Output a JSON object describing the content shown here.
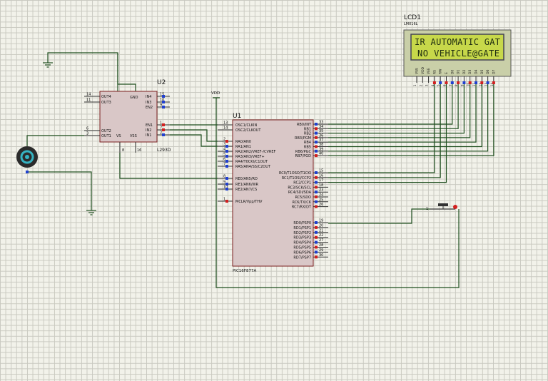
{
  "lcd": {
    "ref": "LCD1",
    "model": "LM016L",
    "line1": "IR AUTOMATIC GAT",
    "line2": "NO VEHICLE@GATE",
    "pins": [
      "VSS",
      "VDD",
      "VEE",
      "RS",
      "RW",
      "E",
      "D0",
      "D1",
      "D2",
      "D3",
      "D4",
      "D5",
      "D6",
      "D7"
    ],
    "pin_nums": [
      "1",
      "2",
      "3",
      "4",
      "5",
      "6",
      "7",
      "8",
      "9",
      "10",
      "11",
      "12",
      "13",
      "14"
    ],
    "screen_color": "#c7d84a"
  },
  "u2": {
    "ref": "U2",
    "model": "L293D",
    "left_pins": [
      {
        "num": "14",
        "name": "OUT4"
      },
      {
        "num": "11",
        "name": "OUT3"
      },
      {
        "num": "6",
        "name": "OUT2"
      },
      {
        "num": "3",
        "name": "OUT1"
      }
    ],
    "right_pins": [
      {
        "num": "15",
        "name": "IN4"
      },
      {
        "num": "10",
        "name": "IN3"
      },
      {
        "num": "9",
        "name": "EN2"
      },
      {
        "num": "1",
        "name": "EN1"
      },
      {
        "num": "7",
        "name": "IN2"
      },
      {
        "num": "2",
        "name": "IN1"
      }
    ],
    "gnd_label": "GND",
    "vs_label": "VS",
    "vss_label": "VSS",
    "bottom_nums": [
      "8",
      "16"
    ]
  },
  "u1": {
    "ref": "U1",
    "model": "PIC16F877A",
    "left_pins": [
      {
        "num": "13",
        "name": "OSC1/CLKIN"
      },
      {
        "num": "14",
        "name": "OSC2/CLKOUT"
      },
      {
        "num": "2",
        "name": "RA0/AN0"
      },
      {
        "num": "3",
        "name": "RA1/AN1"
      },
      {
        "num": "4",
        "name": "RA2/AN2/VREF-/CVREF"
      },
      {
        "num": "5",
        "name": "RA3/AN3/VREF+"
      },
      {
        "num": "6",
        "name": "RA4/T0CKI/C1OUT"
      },
      {
        "num": "7",
        "name": "RA5/AN4/SS/C2OUT"
      },
      {
        "num": "8",
        "name": "RE0/AN5/RD"
      },
      {
        "num": "9",
        "name": "RE1/AN6/WR"
      },
      {
        "num": "10",
        "name": "RE2/AN7/CS"
      },
      {
        "num": "1",
        "name": "MCLR/Vpp/THV"
      }
    ],
    "right_pins_b": [
      {
        "num": "33",
        "name": "RB0/INT"
      },
      {
        "num": "34",
        "name": "RB1"
      },
      {
        "num": "35",
        "name": "RB2"
      },
      {
        "num": "36",
        "name": "RB3/PGM"
      },
      {
        "num": "37",
        "name": "RB4"
      },
      {
        "num": "38",
        "name": "RB5"
      },
      {
        "num": "39",
        "name": "RB6/PGC"
      },
      {
        "num": "40",
        "name": "RB7/PGD"
      }
    ],
    "right_pins_c": [
      {
        "num": "15",
        "name": "RC0/T1OSO/T1CKI"
      },
      {
        "num": "16",
        "name": "RC1/T1OSI/CCP2"
      },
      {
        "num": "17",
        "name": "RC2/CCP1"
      },
      {
        "num": "18",
        "name": "RC3/SCK/SCL"
      },
      {
        "num": "23",
        "name": "RC4/SDI/SDA"
      },
      {
        "num": "24",
        "name": "RC5/SDO"
      },
      {
        "num": "25",
        "name": "RC6/TX/CK"
      },
      {
        "num": "26",
        "name": "RC7/RX/DT"
      }
    ],
    "right_pins_d": [
      {
        "num": "19",
        "name": "RD0/PSP0"
      },
      {
        "num": "20",
        "name": "RD1/PSP1"
      },
      {
        "num": "21",
        "name": "RD2/PSP2"
      },
      {
        "num": "22",
        "name": "RD3/PSP3"
      },
      {
        "num": "27",
        "name": "RD4/PSP4"
      },
      {
        "num": "28",
        "name": "RD5/PSP5"
      },
      {
        "num": "29",
        "name": "RD6/PSP6"
      },
      {
        "num": "30",
        "name": "RD7/PSP7"
      }
    ]
  },
  "vdd_label": "VDD",
  "colors": {
    "wire": "#1f4f1f",
    "chip_fill": "#d9c7c7",
    "chip_border": "#7a1f1f",
    "pin_high": "#d22020",
    "pin_low": "#2040d0",
    "motor_body": "#2b2b2b",
    "motor_ring": "#35b3c2"
  }
}
